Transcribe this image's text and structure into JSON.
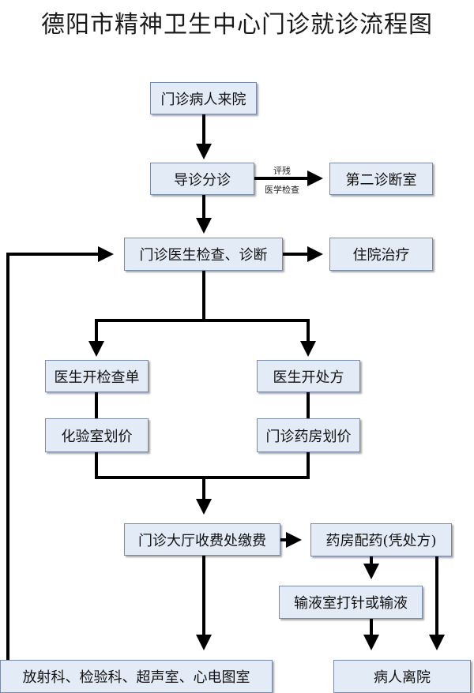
{
  "title": "德阳市精神卫生中心门诊就诊流程图",
  "nodes": {
    "arrive": "门诊病人来院",
    "triage": "导诊分诊",
    "second_room": "第二诊断室",
    "doctor_exam": "门诊医生检查、诊断",
    "inpatient": "住院治疗",
    "order_tests": "医生开检查单",
    "prescribe": "医生开处方",
    "lab_pricing": "化验室划价",
    "pharmacy_pricing": "门诊药房划价",
    "cashier": "门诊大厅收费处缴费",
    "dispense": "药房配药(凭处方)",
    "infusion": "输液室打针或输液",
    "departments": "放射科、检验科、超声室、心电图室",
    "discharge": "病人离院"
  },
  "edge_labels": {
    "assess": "评残",
    "medical_exam": "医学检查"
  }
}
